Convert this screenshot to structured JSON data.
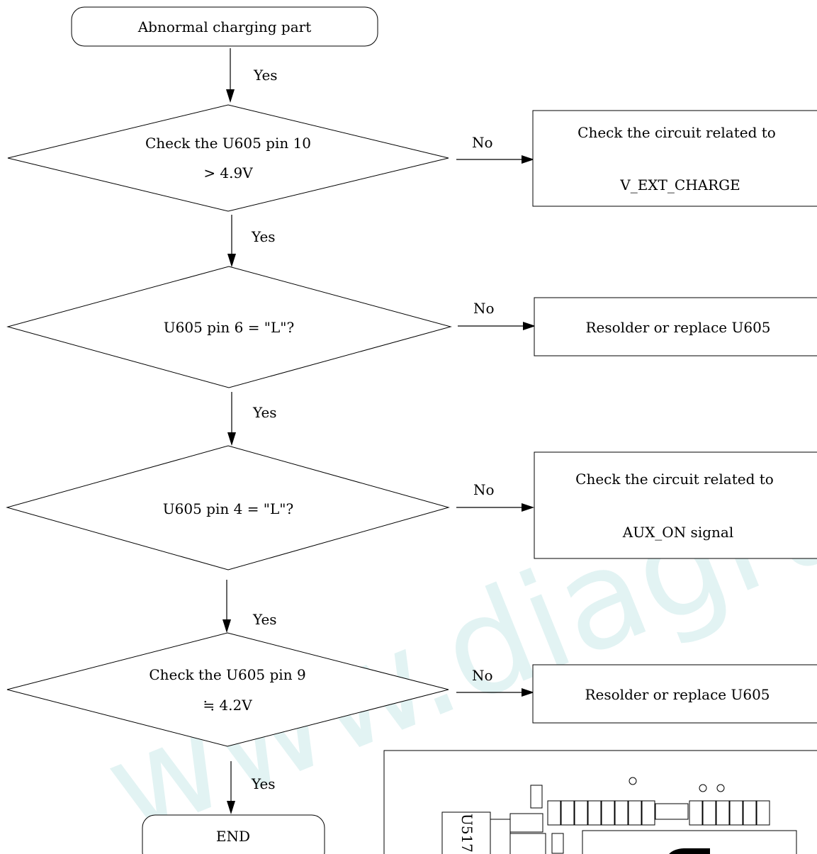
{
  "flowchart": {
    "start": "Abnormal charging part",
    "end": "END",
    "yes_label": "Yes",
    "no_label": "No",
    "decisions": [
      {
        "line1": "Check the U605 pin 10",
        "line2": "> 4.9V"
      },
      {
        "line1": "U605 pin 6 = \"L\"?",
        "line2": ""
      },
      {
        "line1": "U605 pin 4 = \"L\"?",
        "line2": ""
      },
      {
        "line1": "Check the U605 pin 9",
        "line2": "≒ 4.2V"
      }
    ],
    "actions": [
      {
        "line1": "Check the circuit related to",
        "line2": "V_EXT_CHARGE"
      },
      {
        "line1": "Resolder or replace U605",
        "line2": ""
      },
      {
        "line1": "Check the circuit related to",
        "line2": "AUX_ON signal"
      },
      {
        "line1": "Resolder or replace U605",
        "line2": ""
      }
    ]
  },
  "watermark": "www.diagram.com",
  "pcb": {
    "label": "U517"
  },
  "colors": {
    "watermark": "#d9efef",
    "line": "#000000"
  }
}
